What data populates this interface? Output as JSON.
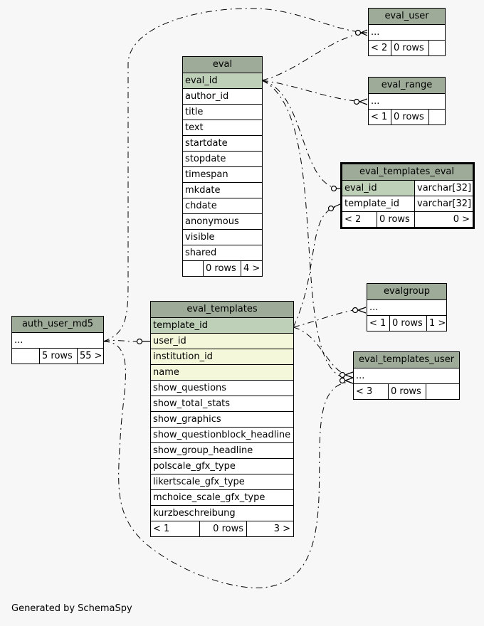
{
  "tables": {
    "eval_user": {
      "name": "eval_user",
      "ellipsis": "...",
      "stats": [
        "< 2",
        "0 rows",
        ""
      ]
    },
    "eval_range": {
      "name": "eval_range",
      "ellipsis": "...",
      "stats": [
        "< 1",
        "0 rows",
        ""
      ]
    },
    "eval": {
      "name": "eval",
      "columns": [
        "eval_id",
        "author_id",
        "title",
        "text",
        "startdate",
        "stopdate",
        "timespan",
        "mkdate",
        "chdate",
        "anonymous",
        "visible",
        "shared"
      ],
      "stats": [
        "",
        "0 rows",
        "4 >"
      ]
    },
    "eval_templates_eval": {
      "name": "eval_templates_eval",
      "columns": [
        {
          "name": "eval_id",
          "type": "varchar[32]"
        },
        {
          "name": "template_id",
          "type": "varchar[32]"
        }
      ],
      "stats": [
        "< 2",
        "0 rows",
        "0 >"
      ]
    },
    "evalgroup": {
      "name": "evalgroup",
      "ellipsis": "...",
      "stats": [
        "< 1",
        "0 rows",
        "1 >"
      ]
    },
    "auth_user_md5": {
      "name": "auth_user_md5",
      "ellipsis": "...",
      "stats": [
        "",
        "5 rows",
        "55 >"
      ]
    },
    "eval_templates": {
      "name": "eval_templates",
      "columns": [
        "template_id",
        "user_id",
        "institution_id",
        "name",
        "show_questions",
        "show_total_stats",
        "show_graphics",
        "show_questionblock_headline",
        "show_group_headline",
        "polscale_gfx_type",
        "likertscale_gfx_type",
        "mchoice_scale_gfx_type",
        "kurzbeschreibung"
      ],
      "stats": [
        "< 1",
        "0 rows",
        "3 >"
      ]
    },
    "eval_templates_user": {
      "name": "eval_templates_user",
      "ellipsis": "...",
      "stats": [
        "< 3",
        "0 rows",
        ""
      ]
    }
  },
  "footer": "Generated by SchemaSpy",
  "colors": {
    "background": "#f7f7f7",
    "header": "#9eab98",
    "primary_key": "#bfd0b8",
    "foreign_key": "#f4f7da"
  }
}
